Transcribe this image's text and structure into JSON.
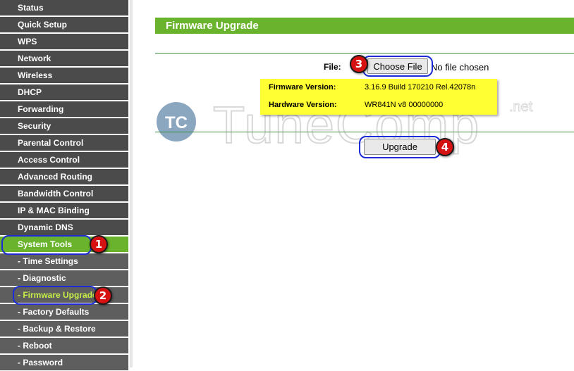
{
  "sidebar": {
    "items": [
      {
        "label": "Status"
      },
      {
        "label": "Quick Setup"
      },
      {
        "label": "WPS"
      },
      {
        "label": "Network"
      },
      {
        "label": "Wireless"
      },
      {
        "label": "DHCP"
      },
      {
        "label": "Forwarding"
      },
      {
        "label": "Security"
      },
      {
        "label": "Parental Control"
      },
      {
        "label": "Access Control"
      },
      {
        "label": "Advanced Routing"
      },
      {
        "label": "Bandwidth Control"
      },
      {
        "label": "IP & MAC Binding"
      },
      {
        "label": "Dynamic DNS"
      },
      {
        "label": "System Tools"
      },
      {
        "label": "- Time Settings"
      },
      {
        "label": "- Diagnostic"
      },
      {
        "label": "- Firmware Upgrade"
      },
      {
        "label": "- Factory Defaults"
      },
      {
        "label": "- Backup & Restore"
      },
      {
        "label": "- Reboot"
      },
      {
        "label": "- Password"
      }
    ]
  },
  "main": {
    "title": "Firmware Upgrade",
    "file_label": "File:",
    "choose_file_label": "Choose File",
    "no_file_text": "No file chosen",
    "firmware_version_label": "Firmware Version:",
    "firmware_version_value": "3.16.9 Build 170210 Rel.42078n",
    "hardware_version_label": "Hardware Version:",
    "hardware_version_value": "WR841N v8 00000000",
    "upgrade_label": "Upgrade"
  },
  "annotations": {
    "badges": [
      "1",
      "2",
      "3",
      "4"
    ]
  },
  "watermark": {
    "logo_text": "TC",
    "brand_text": "TuneComp",
    "suffix_text": ".net"
  },
  "colors": {
    "accent_green": "#6ab42d",
    "nav_gray": "#4b4b4b",
    "highlight_yellow": "#ffff33",
    "annotation_red": "#d61111",
    "annotation_blue": "#1b2bd6"
  }
}
